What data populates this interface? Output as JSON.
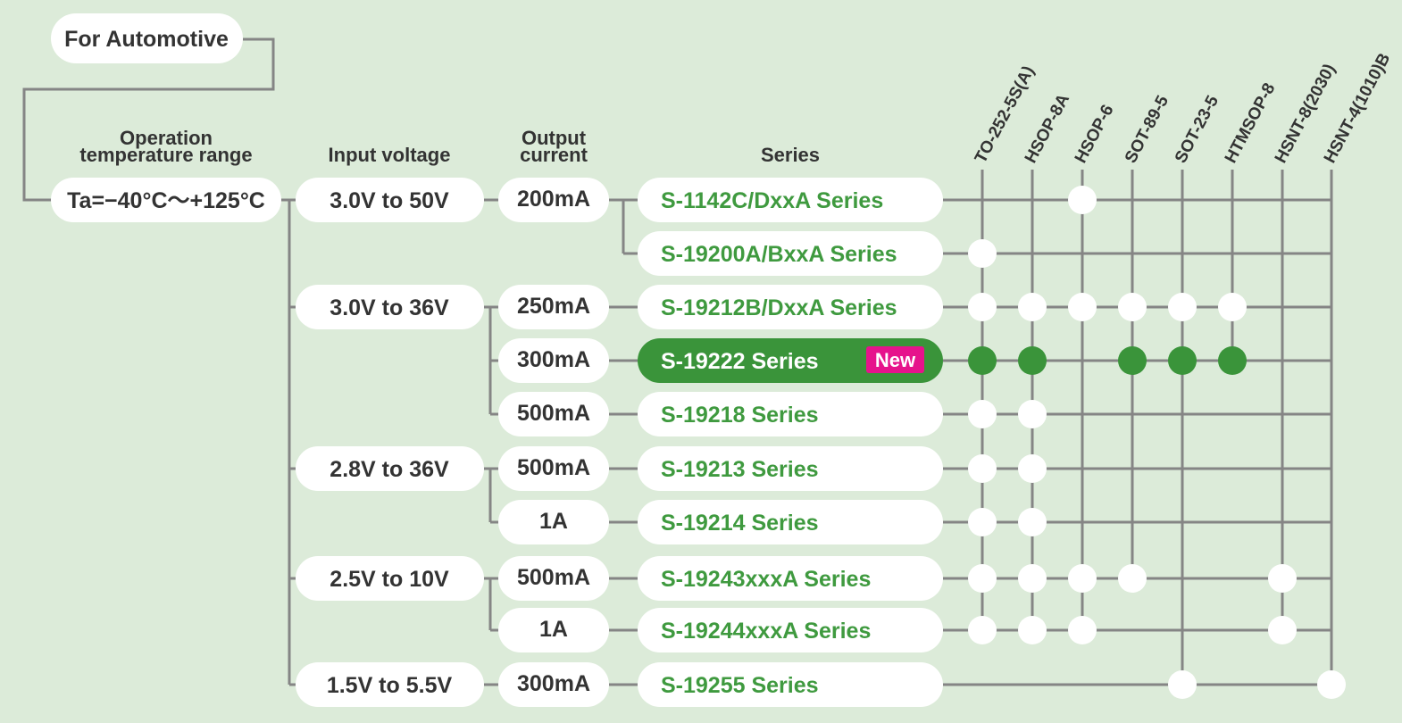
{
  "root_label": "For Automotive",
  "headers": {
    "temperature_line1": "Operation",
    "temperature_line2": "temperature range",
    "input_voltage": "Input voltage",
    "output_current_line1": "Output",
    "output_current_line2": "current",
    "series": "Series"
  },
  "temperature_range": "Ta=−40°C～+125°C",
  "packages": [
    "TO-252-5S(A)",
    "HSOP-8A",
    "HSOP-6",
    "SOT-89-5",
    "SOT-23-5",
    "HTMSOP-8",
    "HSNT-8(2030)",
    "HSNT-4(1010)B"
  ],
  "voltage_groups": [
    {
      "label": "3.0V to 50V",
      "rows": [
        0,
        1
      ]
    },
    {
      "label": "3.0V to 36V",
      "rows": [
        2,
        3,
        4
      ]
    },
    {
      "label": "2.8V to 36V",
      "rows": [
        5,
        6
      ]
    },
    {
      "label": "2.5V to 10V",
      "rows": [
        7,
        8
      ]
    },
    {
      "label": "1.5V to 5.5V",
      "rows": [
        9
      ]
    }
  ],
  "current_groups": [
    {
      "label": "200mA",
      "rows": [
        0,
        1
      ]
    },
    {
      "label": "250mA",
      "rows": [
        2
      ]
    },
    {
      "label": "300mA",
      "rows": [
        3
      ]
    },
    {
      "label": "500mA",
      "rows": [
        4
      ]
    },
    {
      "label": "500mA",
      "rows": [
        5
      ]
    },
    {
      "label": "1A",
      "rows": [
        6
      ]
    },
    {
      "label": "500mA",
      "rows": [
        7
      ]
    },
    {
      "label": "1A",
      "rows": [
        8
      ]
    },
    {
      "label": "300mA",
      "rows": [
        9
      ]
    }
  ],
  "series": [
    {
      "name": "S-1142C/DxxA Series",
      "highlight": false,
      "packages": [
        0,
        0,
        1,
        0,
        0,
        0,
        0,
        0
      ]
    },
    {
      "name": "S-19200A/BxxA Series",
      "highlight": false,
      "packages": [
        1,
        0,
        0,
        0,
        0,
        0,
        0,
        0
      ]
    },
    {
      "name": "S-19212B/DxxA Series",
      "highlight": false,
      "packages": [
        1,
        1,
        1,
        1,
        1,
        1,
        0,
        0
      ]
    },
    {
      "name": "S-19222 Series",
      "highlight": true,
      "badge": "New",
      "packages": [
        1,
        1,
        0,
        1,
        1,
        1,
        0,
        0
      ]
    },
    {
      "name": "S-19218 Series",
      "highlight": false,
      "packages": [
        1,
        1,
        0,
        0,
        0,
        0,
        0,
        0
      ]
    },
    {
      "name": "S-19213 Series",
      "highlight": false,
      "packages": [
        1,
        1,
        0,
        0,
        0,
        0,
        0,
        0
      ]
    },
    {
      "name": "S-19214 Series",
      "highlight": false,
      "packages": [
        1,
        1,
        0,
        0,
        0,
        0,
        0,
        0
      ]
    },
    {
      "name": "S-19243xxxA Series",
      "highlight": false,
      "packages": [
        1,
        1,
        1,
        1,
        0,
        0,
        1,
        0
      ]
    },
    {
      "name": "S-19244xxxA Series",
      "highlight": false,
      "packages": [
        1,
        1,
        1,
        0,
        0,
        0,
        1,
        0
      ]
    },
    {
      "name": "S-19255 Series",
      "highlight": false,
      "packages": [
        0,
        0,
        0,
        0,
        1,
        0,
        0,
        1
      ]
    }
  ],
  "colors": {
    "background": "#dcebd9",
    "line": "#858585",
    "green": "#3f9a3f",
    "highlight_fill": "#3a943a",
    "badge": "#e6138c",
    "text": "#333333"
  }
}
